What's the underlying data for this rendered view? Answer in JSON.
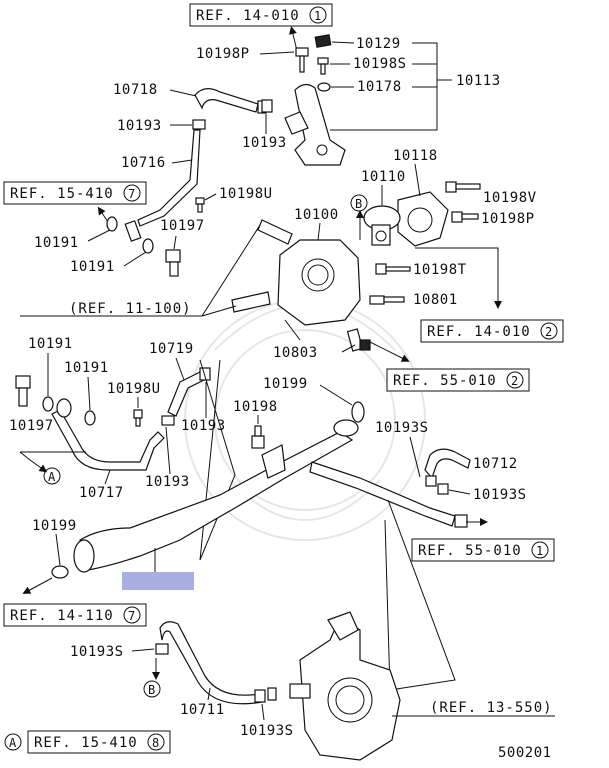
{
  "diagram_id": "500201",
  "highlight_color": "#a9afe0",
  "part_labels": {
    "p10129": "10129",
    "p10198p_top": "10198P",
    "p10198s_top": "10198S",
    "p10178": "10178",
    "p10113": "10113",
    "p10718": "10718",
    "p10193_a": "10193",
    "p10193_b": "10193",
    "p10716": "10716",
    "p10198u_a": "10198U",
    "p10191_a": "10191",
    "p10197_a": "10197",
    "p10191_b": "10191",
    "p10118": "10118",
    "p10110": "10110",
    "p10198v": "10198V",
    "p10100": "10100",
    "p10198p_right": "10198P",
    "p10198t": "10198T",
    "p10801": "10801",
    "p10803": "10803",
    "p10191_c": "10191",
    "p10191_d": "10191",
    "p10719": "10719",
    "p10198u_b": "10198U",
    "p10197_b": "10197",
    "p10193_c": "10193",
    "p10193_d": "10193",
    "p10717": "10717",
    "p10199_a": "10199",
    "p10198": "10198",
    "p10193s_a": "10193S",
    "p10712": "10712",
    "p10193s_b": "10193S",
    "p10199_b": "10199",
    "p10193s_c": "10193S",
    "p10711": "10711",
    "p10193s_d": "10193S"
  },
  "refs": {
    "r14_010_1": {
      "text": "REF. 14-010",
      "num": "1"
    },
    "r15_410_7": {
      "text": "REF. 15-410",
      "num": "7"
    },
    "r11_100": {
      "text": "(REF. 11-100)"
    },
    "r14_010_2": {
      "text": "REF. 14-010",
      "num": "2"
    },
    "r55_010_2": {
      "text": "REF. 55-010",
      "num": "2"
    },
    "r55_010_1": {
      "text": "REF. 55-010",
      "num": "1"
    },
    "r14_110_7": {
      "text": "REF. 14-110",
      "num": "7"
    },
    "r13_550": {
      "text": "(REF. 13-550)"
    },
    "r15_410_8": {
      "text": "REF. 15-410",
      "num": "8"
    }
  },
  "callouts": {
    "a_left": "A",
    "a_bottom": "A",
    "b_top": "B",
    "b_bottom": "B"
  }
}
